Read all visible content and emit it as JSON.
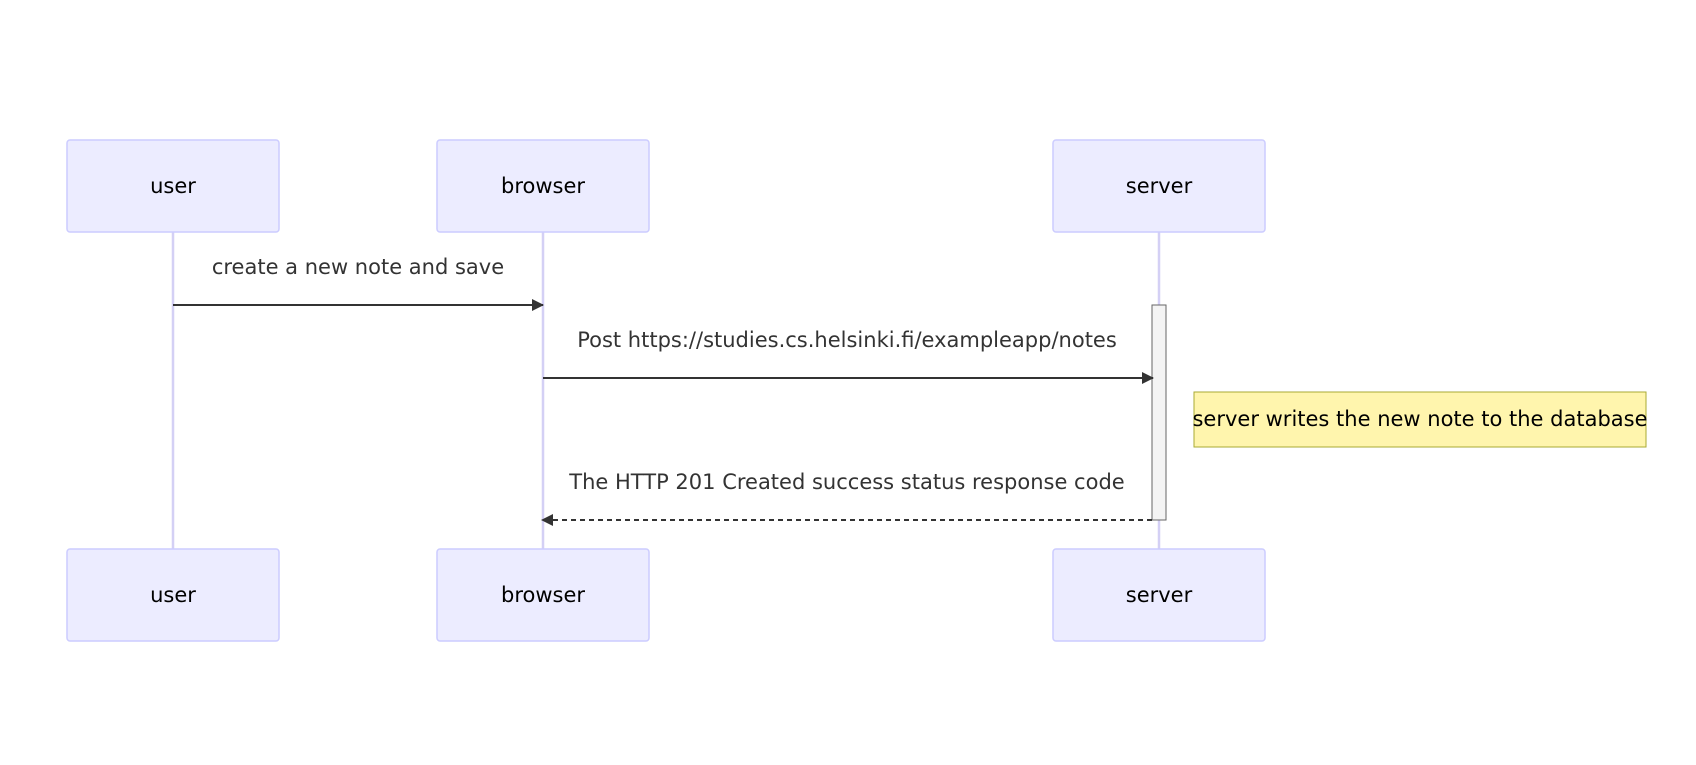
{
  "diagram": {
    "type": "sequence",
    "participants": [
      {
        "id": "user",
        "label": "user"
      },
      {
        "id": "browser",
        "label": "browser"
      },
      {
        "id": "server",
        "label": "server"
      }
    ],
    "messages": [
      {
        "from": "user",
        "to": "browser",
        "style": "solid",
        "text": "create a new note and save"
      },
      {
        "from": "browser",
        "to": "server",
        "style": "solid",
        "text": "Post https://studies.cs.helsinki.fi/exampleapp/notes"
      },
      {
        "from": "server",
        "to": "browser",
        "style": "dashed",
        "text": "The HTTP 201 Created success status response code"
      }
    ],
    "note": {
      "position": "right of server",
      "text": "server writes the new note to the database"
    },
    "colors": {
      "actor_fill": "#ececff",
      "actor_border": "#ccccff",
      "lifeline": "#d4d0f5",
      "message_line": "#333333",
      "activation_fill": "#f4f4f4",
      "note_fill": "#fff5ad",
      "note_border": "#aaaa33"
    }
  }
}
